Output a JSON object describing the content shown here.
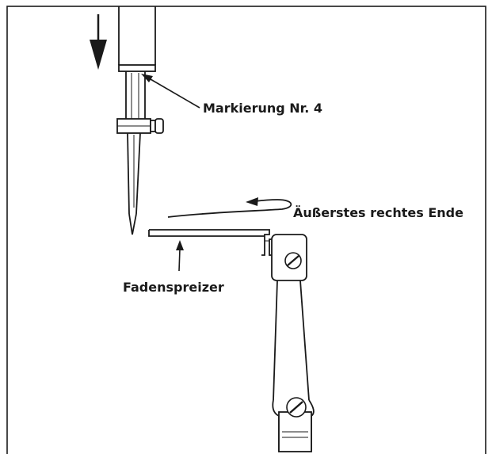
{
  "labels": {
    "markierung": "Markierung Nr. 4",
    "ende": "Äußerstes rechtes Ende",
    "fadenspreizer": "Fadenspreizer"
  },
  "colors": {
    "line": "#1a1a1a",
    "background": "#ffffff"
  },
  "icons": {
    "down_arrow": "down-arrow-icon",
    "curved_arrow": "curved-left-arrow-icon",
    "screw": "screw-icon"
  }
}
